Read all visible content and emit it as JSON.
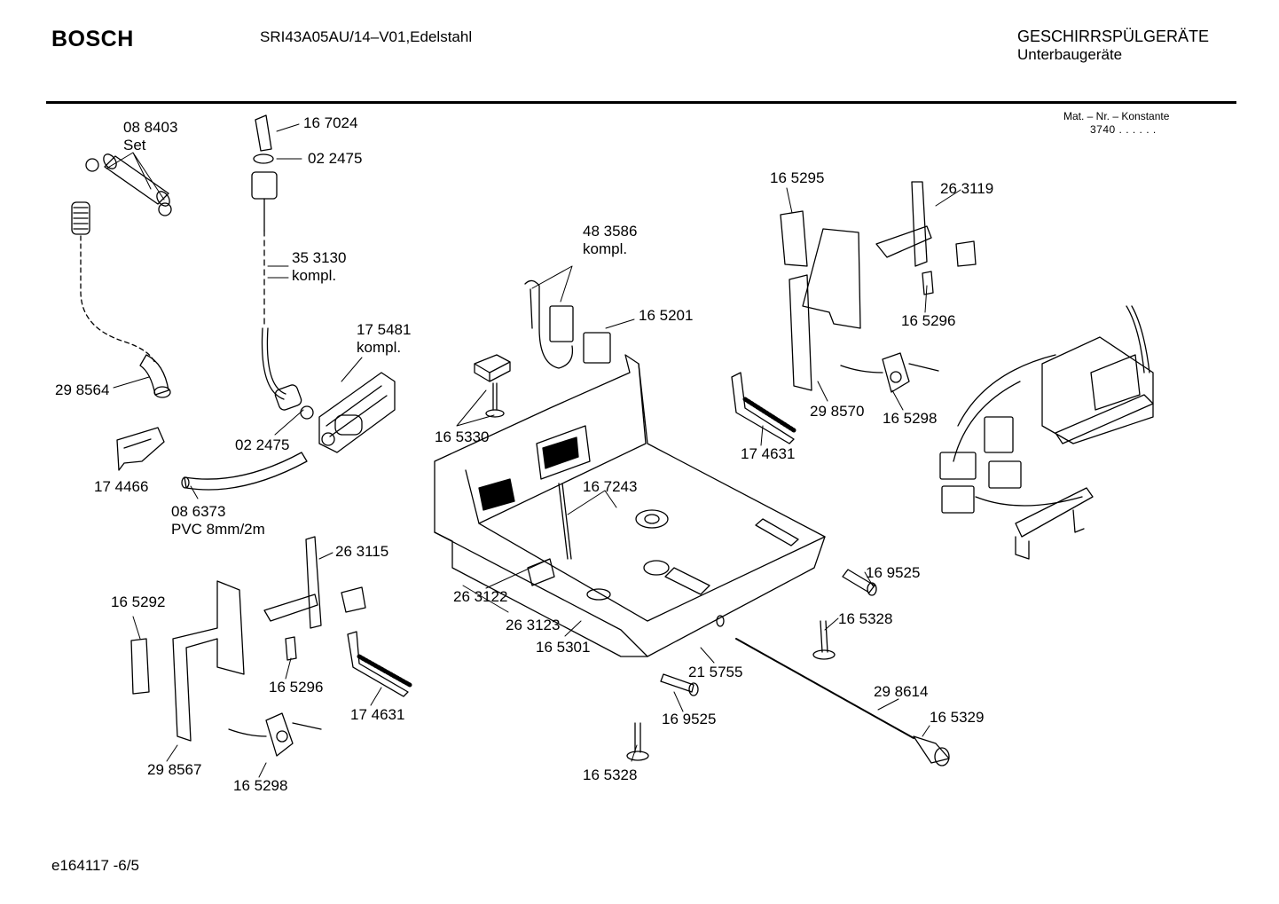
{
  "header": {
    "brand": "BOSCH",
    "model": "SRI43A05AU/14–V01,Edelstahl",
    "category": "GESCHIRRSPÜLGERÄTE",
    "subcategory": "Unterbaugeräte",
    "mat_label": "Mat. – Nr. – Konstante",
    "mat_value": "3740  .  .  .  .  .  ."
  },
  "footer": {
    "code": "e164117 -6/5"
  },
  "parts": [
    {
      "id": "p1",
      "lines": [
        "08 8403",
        "Set"
      ]
    },
    {
      "id": "p2",
      "lines": [
        "16 7024"
      ]
    },
    {
      "id": "p3",
      "lines": [
        "02 2475"
      ]
    },
    {
      "id": "p4",
      "lines": [
        "35 3130",
        "kompl."
      ]
    },
    {
      "id": "p5",
      "lines": [
        "17 5481",
        "kompl."
      ]
    },
    {
      "id": "p6",
      "lines": [
        "29 8564"
      ]
    },
    {
      "id": "p7",
      "lines": [
        "02 2475"
      ]
    },
    {
      "id": "p8",
      "lines": [
        "17 4466"
      ]
    },
    {
      "id": "p9",
      "lines": [
        "08 6373",
        "PVC 8mm/2m"
      ]
    },
    {
      "id": "p10",
      "lines": [
        "48 3586",
        "kompl."
      ]
    },
    {
      "id": "p11",
      "lines": [
        "16 5201"
      ]
    },
    {
      "id": "p12",
      "lines": [
        "16 5330"
      ]
    },
    {
      "id": "p13",
      "lines": [
        "16 7243"
      ]
    },
    {
      "id": "p14",
      "lines": [
        "16 5295"
      ]
    },
    {
      "id": "p15",
      "lines": [
        "26 3119"
      ]
    },
    {
      "id": "p16",
      "lines": [
        "16 5296"
      ]
    },
    {
      "id": "p17",
      "lines": [
        "29 8570"
      ]
    },
    {
      "id": "p18",
      "lines": [
        "16 5298"
      ]
    },
    {
      "id": "p19",
      "lines": [
        "17 4631"
      ]
    },
    {
      "id": "p20",
      "lines": [
        "26 3115"
      ]
    },
    {
      "id": "p21",
      "lines": [
        "16 5292"
      ]
    },
    {
      "id": "p22",
      "lines": [
        "16 5296"
      ]
    },
    {
      "id": "p23",
      "lines": [
        "17 4631"
      ]
    },
    {
      "id": "p24",
      "lines": [
        "29 8567"
      ]
    },
    {
      "id": "p25",
      "lines": [
        "16 5298"
      ]
    },
    {
      "id": "p26",
      "lines": [
        "26 3122"
      ]
    },
    {
      "id": "p27",
      "lines": [
        "26 3123"
      ]
    },
    {
      "id": "p28",
      "lines": [
        "16 5301"
      ]
    },
    {
      "id": "p29",
      "lines": [
        "21 5755"
      ]
    },
    {
      "id": "p30",
      "lines": [
        "16 9525"
      ]
    },
    {
      "id": "p31",
      "lines": [
        "16 5328"
      ]
    },
    {
      "id": "p32",
      "lines": [
        "29 8614"
      ]
    },
    {
      "id": "p33",
      "lines": [
        "16 5329"
      ]
    },
    {
      "id": "p34",
      "lines": [
        "16 9525"
      ]
    },
    {
      "id": "p35",
      "lines": [
        "16 5328"
      ]
    }
  ]
}
